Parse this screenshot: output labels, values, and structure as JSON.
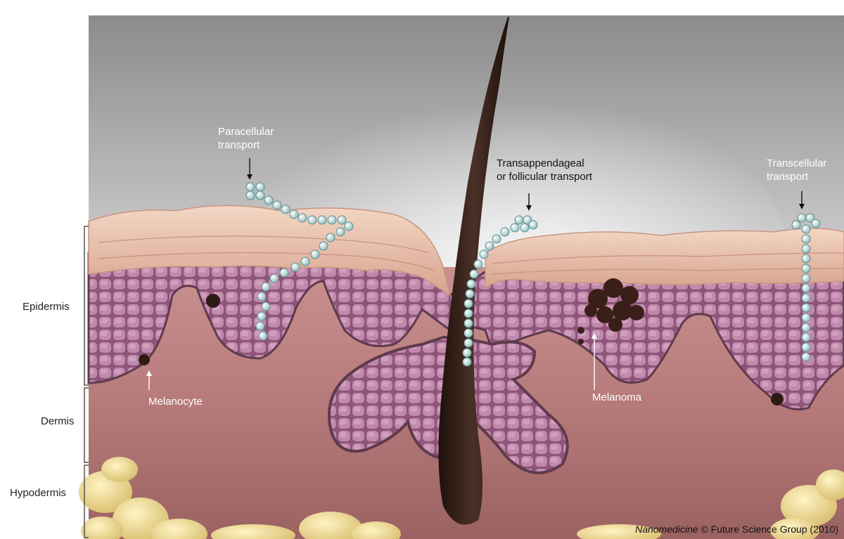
{
  "layers": {
    "epidermis": "Epidermis",
    "dermis": "Dermis",
    "hypodermis": "Hypodermis"
  },
  "routes": {
    "paracellular_line1": "Paracellular",
    "paracellular_line2": "transport",
    "transappendageal_line1": "Transappendageal",
    "transappendageal_line2": "or follicular transport",
    "transcellular_line1": "Transcellular",
    "transcellular_line2": "transport"
  },
  "cells": {
    "melanocyte": "Melanocyte",
    "melanoma": "Melanoma"
  },
  "credit": {
    "journal": "Nanomedicine",
    "rest": " © Future Science Group (2010)"
  },
  "colors": {
    "sky_top": "#8d8d8d",
    "sky_bottom": "#f2f2f2",
    "stratum_corneum": "#e8c3ae",
    "epidermis_cells": "#a56a8d",
    "dermis": "#b77d7d",
    "hypodermis_fat": "#eed88a",
    "hair": "#2c1a14",
    "nanoparticle": "#cfe7e6"
  }
}
